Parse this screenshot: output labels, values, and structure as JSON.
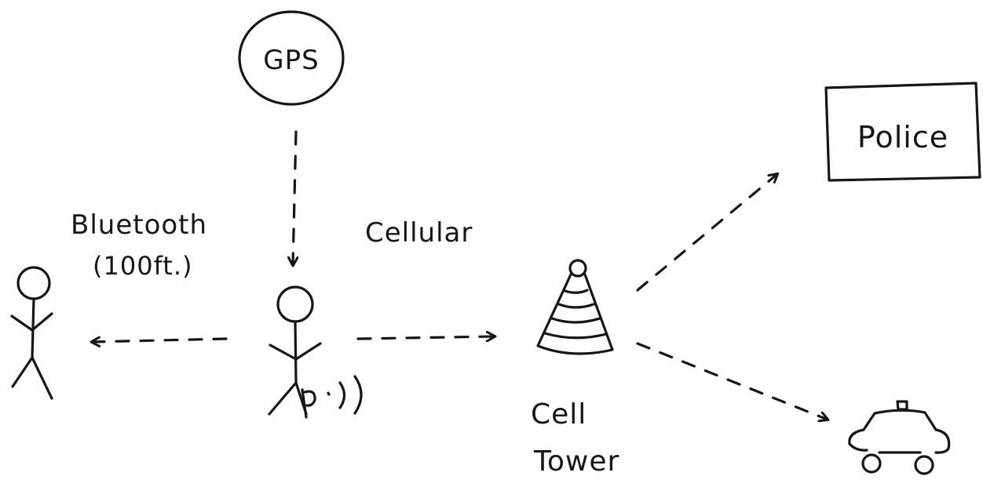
{
  "labels": {
    "gps": "GPS",
    "police": "Police",
    "bluetooth": "Bluetooth",
    "bluetooth_range": "(100ft.)",
    "cellular": "Cellular",
    "cell": "Cell",
    "tower": "Tower"
  },
  "colors": {
    "ink": "#161616",
    "paper": "#ffffff"
  },
  "icons": [
    "gps-satellite",
    "stick-figure",
    "phone-signal",
    "cell-tower",
    "police-station",
    "police-car"
  ]
}
